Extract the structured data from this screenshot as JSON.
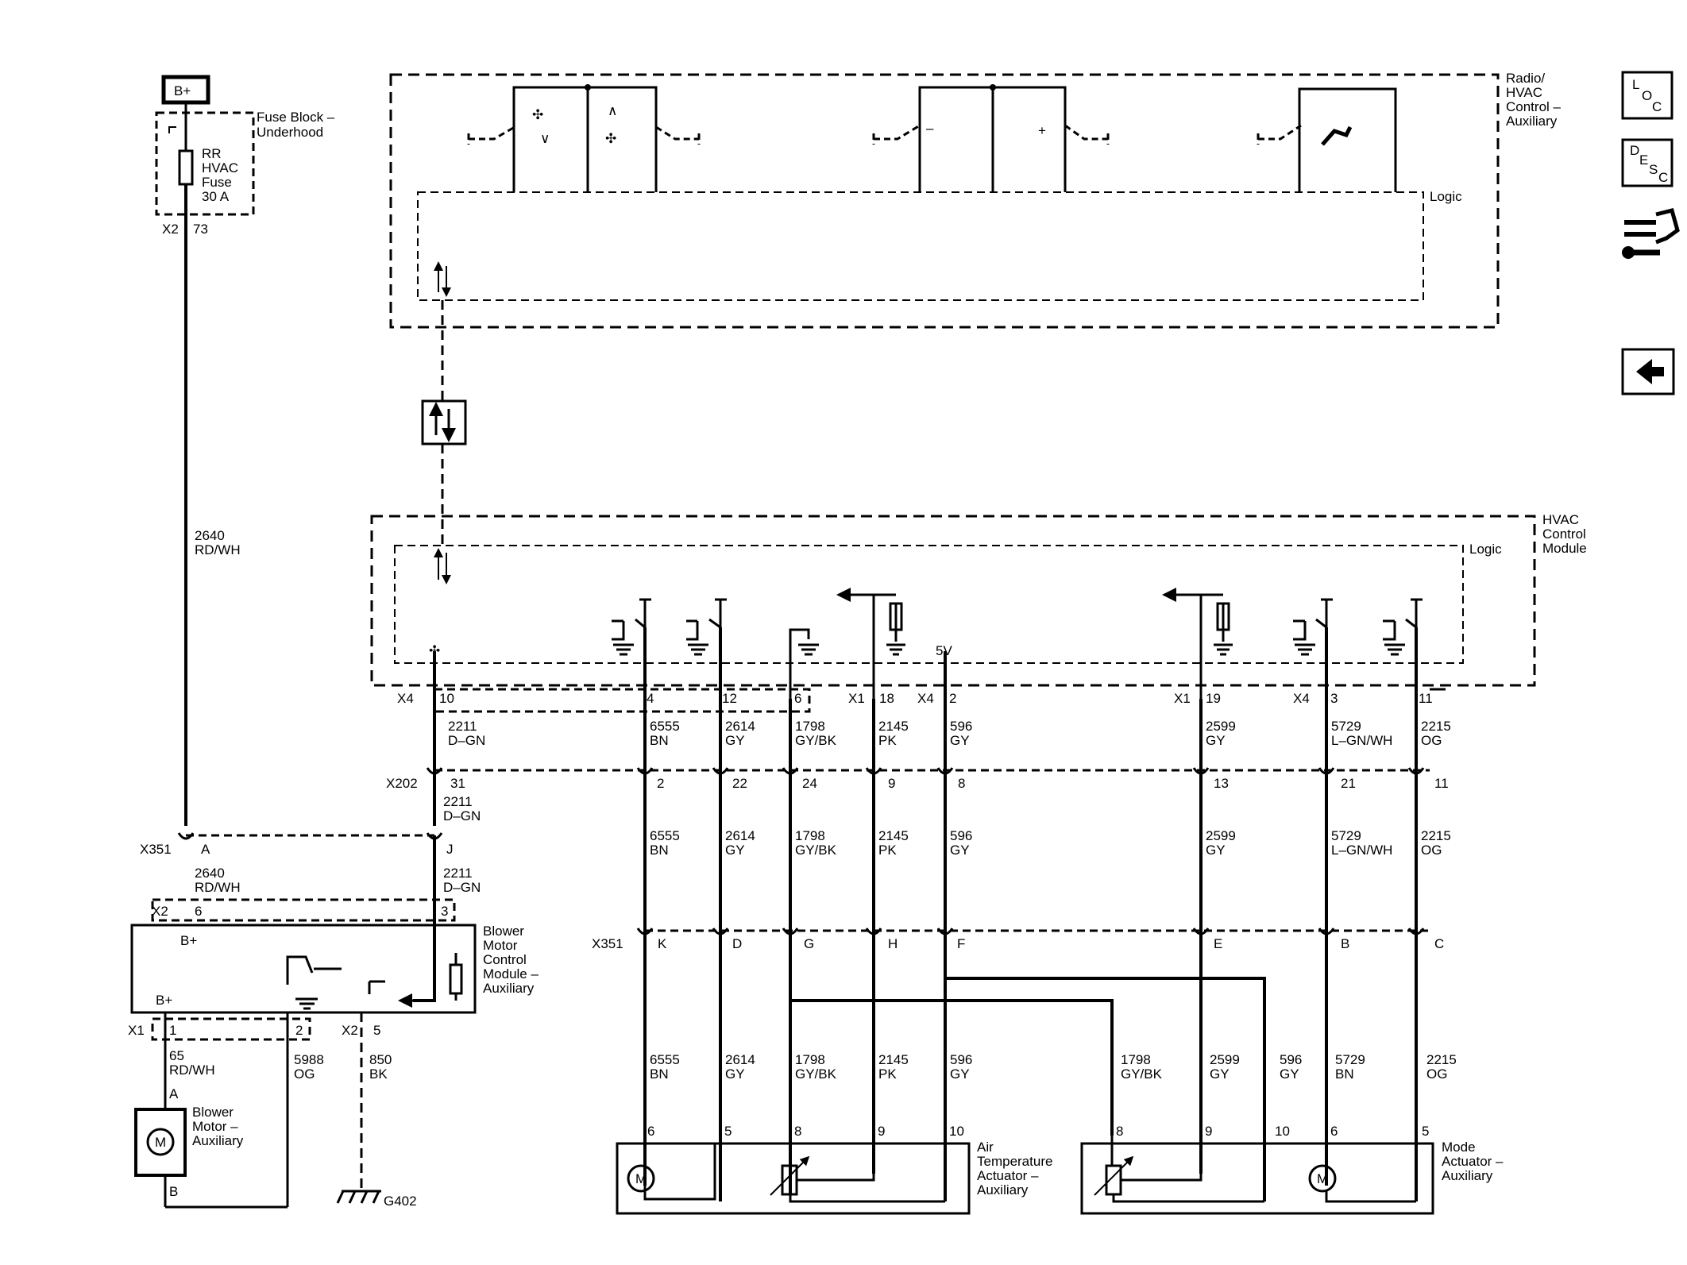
{
  "title": "",
  "nav": {
    "loc": {
      "big": "L",
      "mid": "O",
      "small": "C"
    },
    "desc": {
      "big": "D",
      "mid": "E",
      "small": "S",
      "last": "C"
    },
    "connector_icon": "connector-tool-icon",
    "back_icon": "left-arrow-icon"
  },
  "power": {
    "source": "B+",
    "fuse_block": [
      "Fuse Block –",
      "Underhood"
    ],
    "fuse": [
      "RR",
      "HVAC",
      "Fuse",
      "30 A"
    ],
    "fuse_conn": "X2",
    "fuse_pin": "73",
    "feed_wire": [
      "2640",
      "RD/WH"
    ]
  },
  "radio": {
    "name": [
      "Radio/",
      "HVAC",
      "Control –",
      "Auxiliary"
    ],
    "logic": "Logic",
    "minus": "–",
    "plus": "+"
  },
  "hvac": {
    "name": [
      "HVAC",
      "Control",
      "Module"
    ],
    "logic": "Logic",
    "five_v": "5V",
    "connectors": [
      "X4",
      "X1",
      "X4",
      "X1",
      "X4"
    ],
    "pins": [
      "10",
      "4",
      "12",
      "6",
      "18",
      "2",
      "19",
      "3",
      "11"
    ]
  },
  "wires_top": [
    [
      "2211",
      "D–GN"
    ],
    [
      "6555",
      "BN"
    ],
    [
      "2614",
      "GY"
    ],
    [
      "1798",
      "GY/BK"
    ],
    [
      "2145",
      "PK"
    ],
    [
      "596",
      "GY"
    ],
    [
      "2599",
      "GY"
    ],
    [
      "5729",
      "L–GN/WH"
    ],
    [
      "2215",
      "OG"
    ]
  ],
  "x202": {
    "name": "X202",
    "pins": [
      "31",
      "2",
      "22",
      "24",
      "9",
      "8",
      "13",
      "21",
      "11"
    ]
  },
  "wire_x202_blower": [
    "2211",
    "D–GN"
  ],
  "wires_mid": [
    [
      "6555",
      "BN"
    ],
    [
      "2614",
      "GY"
    ],
    [
      "1798",
      "GY/BK"
    ],
    [
      "2145",
      "PK"
    ],
    [
      "596",
      "GY"
    ],
    [
      "2599",
      "GY"
    ],
    [
      "5729",
      "L–GN/WH"
    ],
    [
      "2215",
      "OG"
    ]
  ],
  "x351": {
    "name": "X351",
    "left_pins": [
      "A",
      "J"
    ],
    "right_pins": [
      "K",
      "D",
      "G",
      "H",
      "F",
      "E",
      "B",
      "C"
    ]
  },
  "wire_x351_left": [
    "2640",
    "RD/WH"
  ],
  "wire_x351_j": [
    "2211",
    "D–GN"
  ],
  "blower_module": {
    "name": [
      "Blower",
      "Motor",
      "Control",
      "Module –",
      "Auxiliary"
    ],
    "top_conn": "X2",
    "top_pins": [
      "6",
      "3"
    ],
    "bplus": "B+",
    "bottom_conns": [
      "X1",
      "X2"
    ],
    "bottom_pins": [
      "1",
      "2",
      "5"
    ]
  },
  "wires_bottom_left": [
    [
      "65",
      "RD/WH"
    ],
    [
      "5988",
      "OG"
    ],
    [
      "850",
      "BK"
    ]
  ],
  "blower_motor": {
    "name": [
      "Blower",
      "Motor –",
      "Auxiliary"
    ],
    "pin_a": "A",
    "pin_b": "B",
    "symbol": "M"
  },
  "ground": "G402",
  "wires_bottom": [
    [
      "6555",
      "BN"
    ],
    [
      "2614",
      "GY"
    ],
    [
      "1798",
      "GY/BK"
    ],
    [
      "2145",
      "PK"
    ],
    [
      "596",
      "GY"
    ],
    [
      "1798",
      "GY/BK"
    ],
    [
      "2599",
      "GY"
    ],
    [
      "596",
      "GY"
    ],
    [
      "5729",
      "BN"
    ],
    [
      "2215",
      "OG"
    ]
  ],
  "air_actuator": {
    "name": [
      "Air",
      "Temperature",
      "Actuator –",
      "Auxiliary"
    ],
    "pins": [
      "6",
      "5",
      "8",
      "9",
      "10"
    ],
    "symbol": "M"
  },
  "mode_actuator": {
    "name": [
      "Mode",
      "Actuator –",
      "Auxiliary"
    ],
    "pins": [
      "8",
      "9",
      "10",
      "6",
      "5"
    ],
    "symbol": "M"
  }
}
